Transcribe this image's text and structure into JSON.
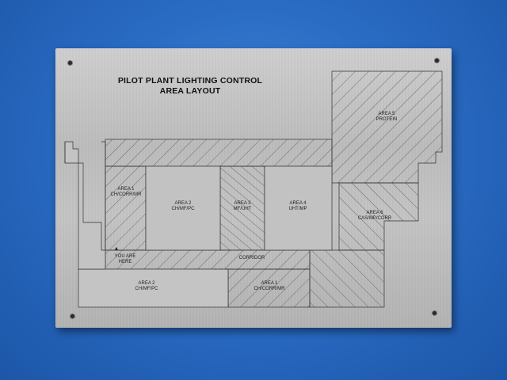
{
  "sign": {
    "title_line1": "PILOT PLANT LIGHTING CONTROL",
    "title_line2": "AREA LAYOUT",
    "areas": {
      "area1_top": {
        "name": "AREA 1",
        "sub": "CH/CORR/MR"
      },
      "area2_top": {
        "name": "AREA 2",
        "sub": "CH/MF/PC"
      },
      "area3": {
        "name": "AREA 3",
        "sub": "MF/UHT"
      },
      "area4": {
        "name": "AREA 4",
        "sub": "UHT/MP"
      },
      "area5": {
        "name": "AREA 5",
        "sub": "PROTEIN"
      },
      "area6": {
        "name": "AREA 6",
        "sub": "CAS/MP/CORR"
      },
      "area2_bottom": {
        "name": "AREA 2",
        "sub": "CH/MF/PC"
      },
      "area1_bottom": {
        "name": "AREA 1",
        "sub": "CH/CORR/MR"
      }
    },
    "corridor_label": "CORRIDOR",
    "you_are_here_line1": "YOU ARE",
    "you_are_here_line2": "HERE",
    "you_are_here_marker": "▲"
  }
}
